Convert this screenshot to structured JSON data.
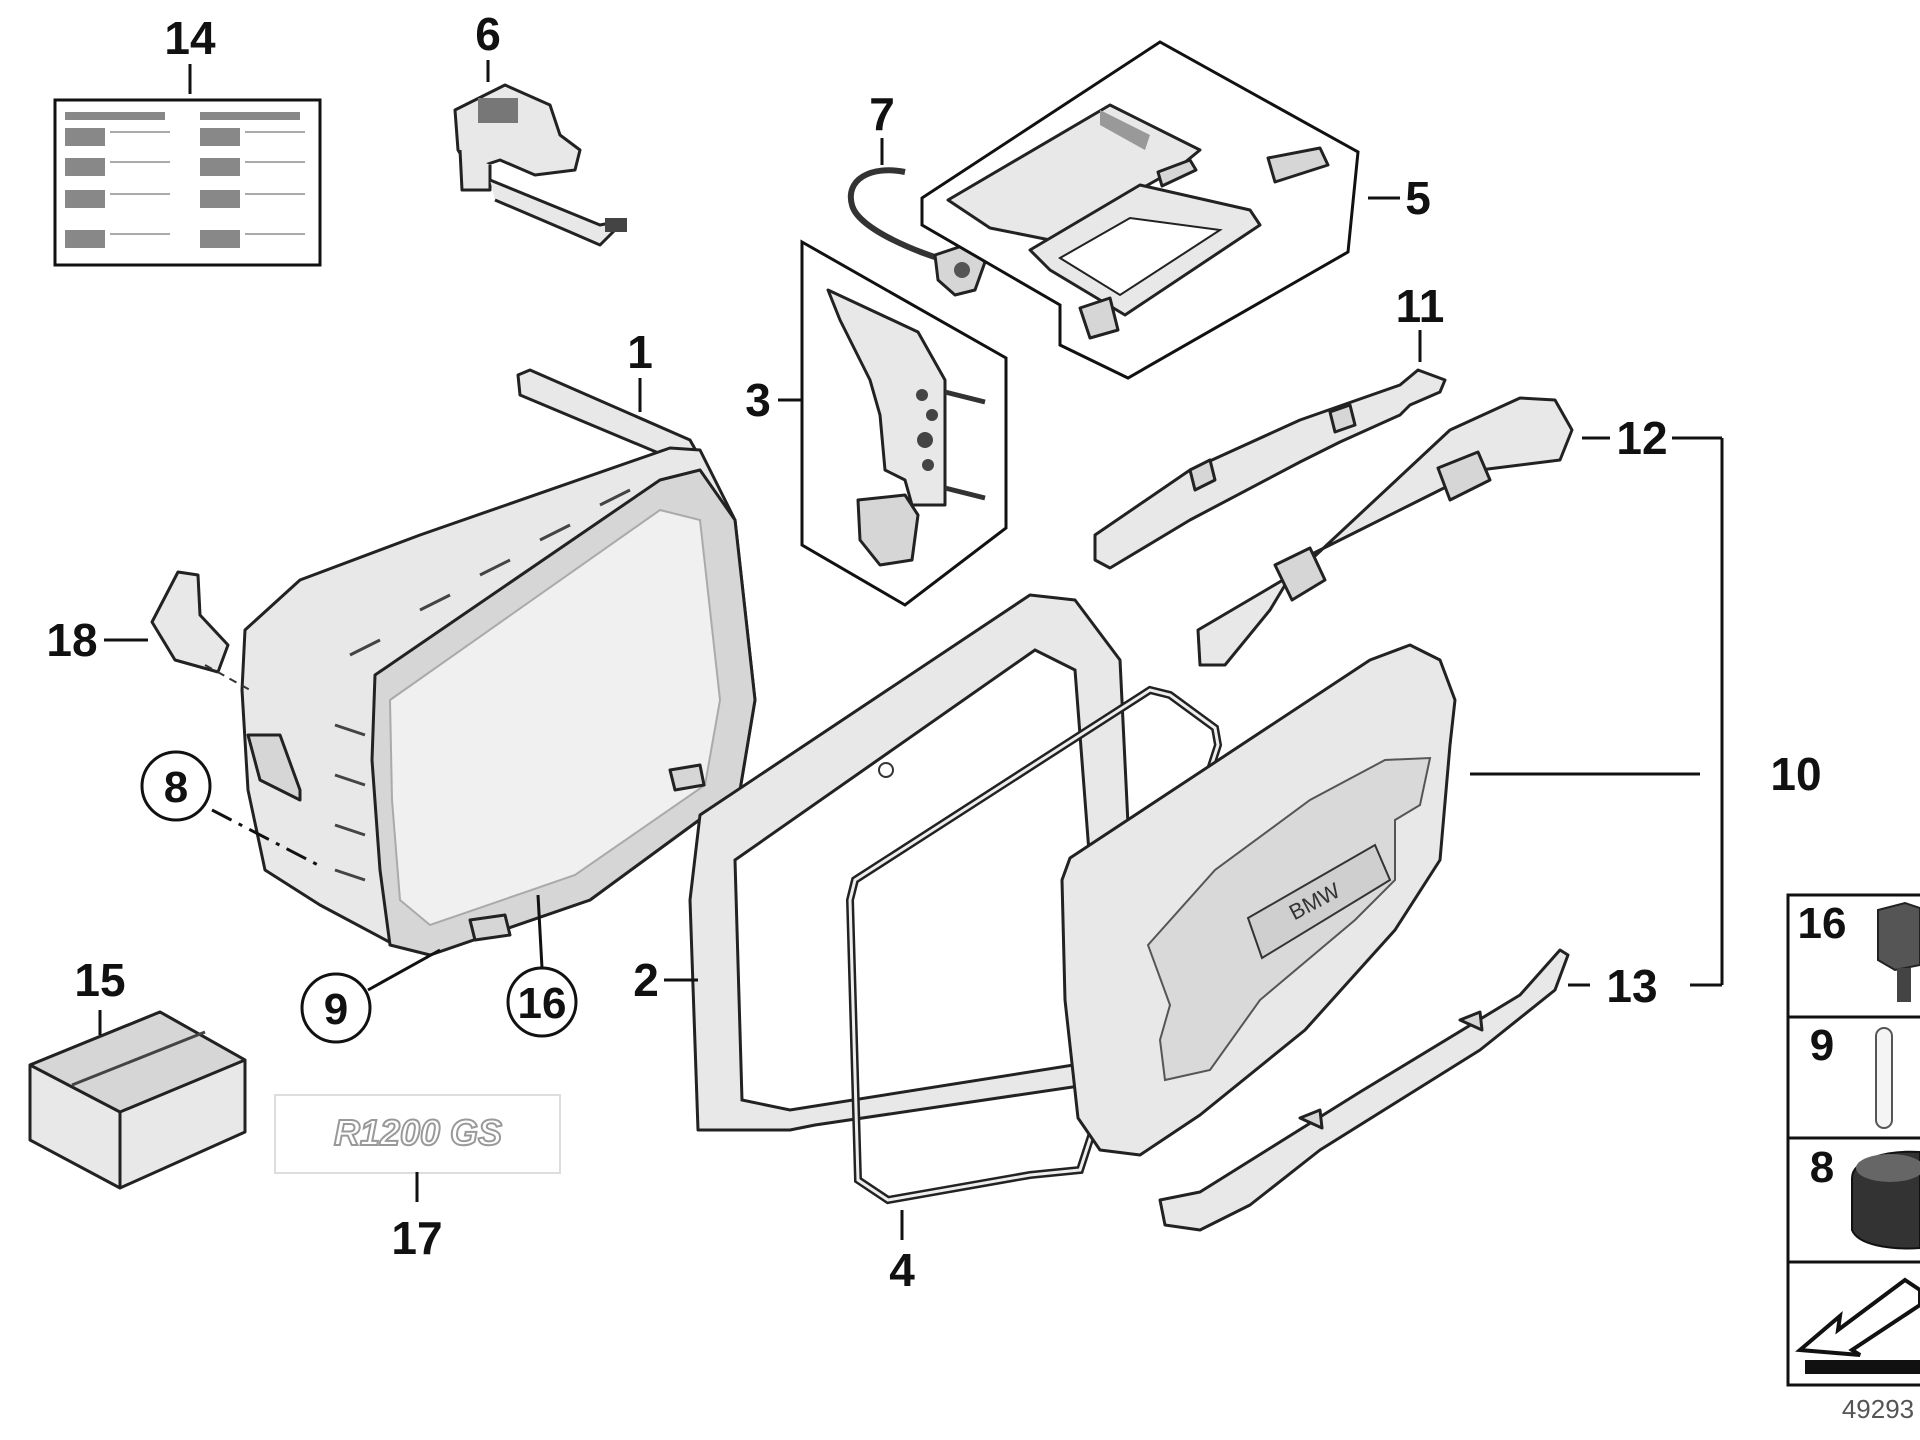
{
  "callouts": {
    "c1": "1",
    "c2": "2",
    "c3": "3",
    "c4": "4",
    "c5": "5",
    "c6": "6",
    "c7": "7",
    "c8": "8",
    "c9": "9",
    "c10": "10",
    "c11": "11",
    "c12": "12",
    "c13": "13",
    "c14": "14",
    "c15": "15",
    "c16": "16",
    "c17": "17",
    "c18": "18"
  },
  "legend": {
    "item_16": "16",
    "item_9": "9",
    "item_8": "8"
  },
  "lid_badge": "BMW",
  "decal": "R1200 GS",
  "drawing_number": "49293"
}
